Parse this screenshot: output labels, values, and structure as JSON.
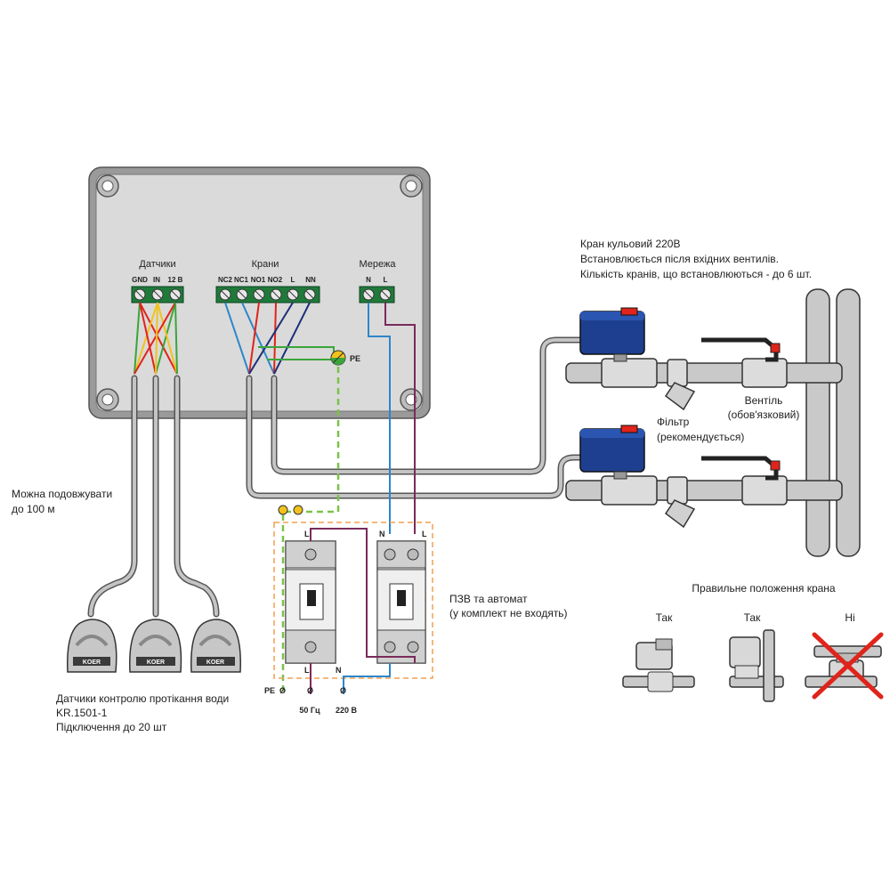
{
  "controller": {
    "group_sensors": "Датчики",
    "group_valves": "Крани",
    "group_mains": "Мережа",
    "sensor_terminals": [
      "GND",
      "IN",
      "12 B"
    ],
    "valve_terminals": [
      "NC2",
      "NC1",
      "NO1",
      "NO2",
      "L",
      "NN"
    ],
    "mains_terminals": [
      "N",
      "L"
    ],
    "pe_label": "PE"
  },
  "valve_note": {
    "line1": "Кран кульовий 220В",
    "line2": "Встановлюється після вхідних вентилів.",
    "line3": "Кількість кранів, що встановлюються - до 6 шт."
  },
  "valve_shutoff": {
    "line1": "Вентіль",
    "line2": "(обов'язковий)"
  },
  "filter_note": {
    "line1": "Фільтр",
    "line2": "(рекомендується)"
  },
  "extend_note": {
    "line1": "Можна подовжувати",
    "line2": "до 100 м"
  },
  "sensors_note": {
    "line1": "Датчики контролю протікання води",
    "line2": "KR.1501-1",
    "line3": "Підключення до 20 шт"
  },
  "sensor_brand": "KOER",
  "breaker_note": {
    "line1": "ПЗВ та автомат",
    "line2": "(у комплект не входять)"
  },
  "breaker_labels": {
    "left_top": "L",
    "right_top_n": "N",
    "right_top_l": "L",
    "left_bottom": "L",
    "right_bottom": "N"
  },
  "supply": {
    "pe": "PE",
    "freq": "50 Гц",
    "voltage": "220 В",
    "terminal_symbol": "Ø"
  },
  "position": {
    "title": "Правильне положення крана",
    "ok1": "Так",
    "ok2": "Так",
    "no": "Ні"
  },
  "colors": {
    "enclosure": "#d9d9d9",
    "terminal_green": "#1f7a3a",
    "wire_red": "#e0241b",
    "wire_yellow": "#f2c21b",
    "wire_green": "#3aa53a",
    "wire_blue": "#2e86c9",
    "wire_purple": "#7a2a5a",
    "wire_navy": "#1d2f7a",
    "actuator_blue": "#1e3f8f",
    "dashed_frame": "#f0a050",
    "cross_red": "#e0241b"
  }
}
